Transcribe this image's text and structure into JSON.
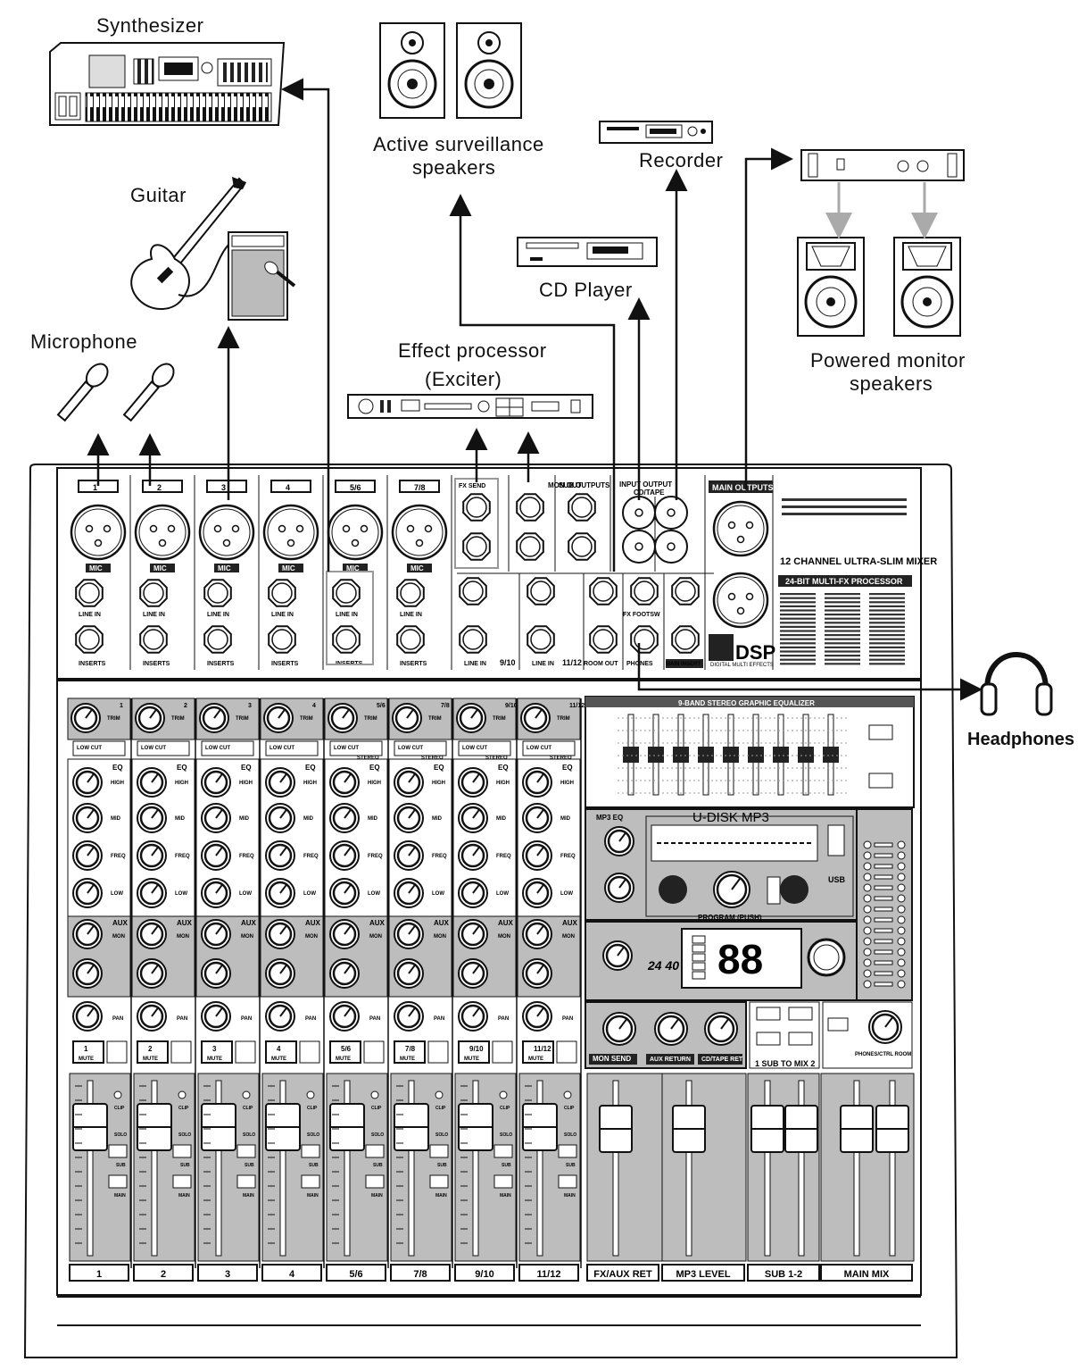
{
  "devices": {
    "synthesizer": "Synthesizer",
    "guitar": "Guitar",
    "microphone": "Microphone",
    "active_speakers_line1": "Active surveillance",
    "active_speakers_line2": "speakers",
    "recorder": "Recorder",
    "cd_player": "CD Player",
    "effect_processor_line1": "Effect processor",
    "effect_processor_line2": "(Exciter)",
    "powered_monitor_line1": "Powered monitor",
    "powered_monitor_line2": "speakers",
    "headphones": "Headphones"
  },
  "rear_panel": {
    "channel_labels": [
      "1",
      "2",
      "3",
      "4",
      "5/6",
      "7/8"
    ],
    "mic_label": "MIC",
    "line_in": "LINE IN",
    "inserts": "INSERTS",
    "fx_send": "FX SEND",
    "mon_out": "MON OUT",
    "sub_outputs": "SUB OUTPUTS",
    "input_output": "INPUT    OUTPUT",
    "cd_tape": "CD/TAPE",
    "main_outputs": "MAIN OUTPUTS",
    "product_name": "12 CHANNEL ULTRA-SLIM MIXER",
    "fx_processor": "24-BIT MULTI-FX PROCESSOR",
    "dsp_brand": "DSP",
    "dsp_sub": "DIGITAL MULTI EFFECTS",
    "line_in_910": "LINE IN",
    "label_910": "9/10",
    "line_in_1112": "LINE IN",
    "label_1112": "11/12",
    "room_out": "ROOM OUT",
    "phones": "PHONES",
    "main_insert": "MAIN INSERT",
    "fx_footsw": "FX FOOTSW"
  },
  "front_panel": {
    "channel_strip_labels": [
      "1",
      "2",
      "3",
      "4",
      "5/6",
      "7/8",
      "9/10",
      "11/12"
    ],
    "bottom_labels": [
      "1",
      "2",
      "3",
      "4",
      "5/6",
      "7/8",
      "9/10",
      "11/12",
      "FX/AUX RET",
      "MP3 LEVEL",
      "SUB 1-2",
      "MAIN MIX"
    ],
    "eq_title": "9-BAND STEREO GRAPHIC EQUALIZER",
    "udisk_title": "U-DISK MP3",
    "mp3_eq": "MP3 EQ",
    "program_push": "PROGRAM (PUSH)",
    "display_value": "88",
    "display_small": "24 40",
    "usb": "USB",
    "trim": "TRIM",
    "eq": "EQ",
    "high": "HIGH",
    "mid": "MID",
    "freq": "FREQ",
    "low": "LOW",
    "aux": "AUX",
    "mon": "MON",
    "pan": "PAN",
    "mute": "MUTE",
    "low_cut": "LOW CUT",
    "stereo": "STEREO",
    "mon_send": "MON SEND",
    "aux_return": "AUX RETURN",
    "cd_tape_ret": "CD/TAPE RET",
    "sub_to_mix": "1 SUB TO MIX 2",
    "phones_ctrl": "PHONES/CTRL ROOM",
    "clip": "CLIP",
    "solo": "SOLO",
    "sub": "SUB",
    "main": "MAIN"
  },
  "colors": {
    "line": "#111111",
    "panel_gray": "#bdbdbd",
    "dark_gray": "#8a8a8a",
    "light_arrow": "#aaaaaa"
  }
}
